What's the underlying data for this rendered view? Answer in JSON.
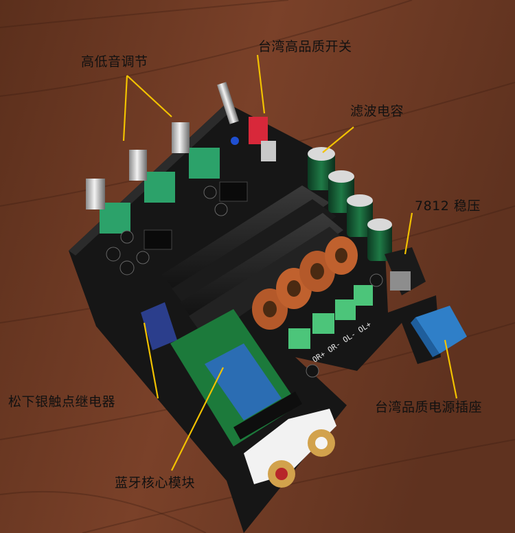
{
  "labels": {
    "tone_control": "高低音调节",
    "switch": "台湾高品质开关",
    "filter_cap": "滤波电容",
    "regulator": "7812 稳压",
    "relay": "松下银触点继电器",
    "power_socket": "台湾品质电源插座",
    "bt_module": "蓝牙核心模块"
  },
  "board_marks": {
    "speaker_out": "OR+ OR- OL- OL+"
  },
  "colors": {
    "wood": "#6b3a24",
    "pcb": "#111111",
    "annotation_line": "#f2c200"
  }
}
